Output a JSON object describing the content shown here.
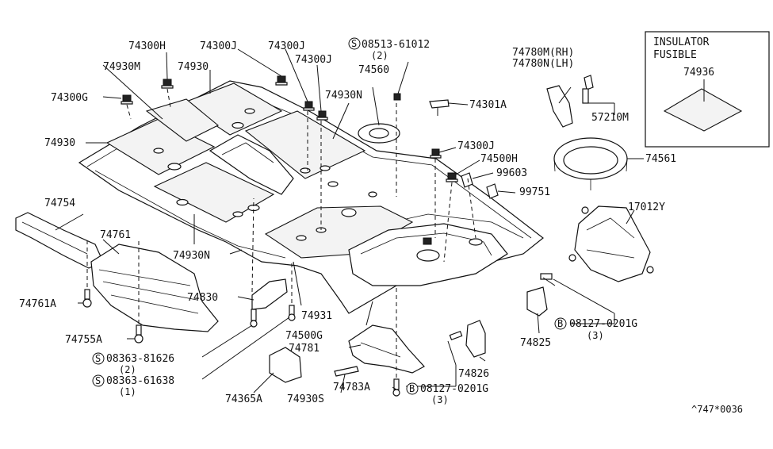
{
  "labels": {
    "l74300h": "74300H",
    "l74300j_a": "74300J",
    "l74300j_b": "74300J",
    "l74300j_c": "74300J",
    "l74300j_d": "74300J",
    "l08513": "08513-61012",
    "l08513_q": "(2)",
    "l74930m": "74930M",
    "l74930_a": "74930",
    "l74930_b": "74930",
    "l74300g": "74300G",
    "l74560": "74560",
    "l74930n_a": "74930N",
    "l74930n_b": "74930N",
    "l74301a": "74301A",
    "l74780m": "74780M(RH)",
    "l74780n": "74780N(LH)",
    "l57210m": "57210M",
    "l74561": "74561",
    "l74500h": "74500H",
    "l99603": "99603",
    "l99751": "99751",
    "l17012y": "17012Y",
    "l74754": "74754",
    "l74761": "74761",
    "l74761a": "74761A",
    "l74755a": "74755A",
    "l74830": "74830",
    "l74931": "74931",
    "l74500g": "74500G",
    "l74781": "74781",
    "l08363_81626": "08363-81626",
    "l08363_81626_q": "(2)",
    "l08363_61638": "08363-61638",
    "l08363_61638_q": "(1)",
    "l74365a": "74365A",
    "l74930s": "74930S",
    "l74783a": "74783A",
    "l08127_a": "08127-0201G",
    "l08127_a_q": "(3)",
    "l08127_b": "08127-0201G",
    "l08127_b_q": "(3)",
    "l74825": "74825",
    "l74826": "74826",
    "insulator_title1": "INSULATOR",
    "insulator_title2": "FUSIBLE",
    "insulator_part": "74936",
    "footer_code": "^747*0036",
    "sym_s": "S",
    "sym_b": "B"
  }
}
